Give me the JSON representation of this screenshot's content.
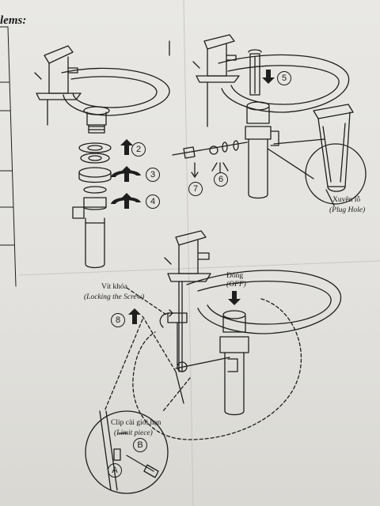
{
  "header": {
    "title": "lems:"
  },
  "steps": {
    "s2": "2",
    "s3": "3",
    "s4": "4",
    "s5": "5",
    "s6": "6",
    "s7": "7",
    "s8": "8",
    "sA": "A",
    "sB": "B"
  },
  "labels": {
    "plug_hole_vi": "Xuyên lỗ",
    "plug_hole_en": "(Plug Hole)",
    "lock_screw_vi": "Vít khóa",
    "lock_screw_en": "(Locking the Screw)",
    "off_vi": "Đóng",
    "off_en": "(OFF)",
    "limit_vi": "Clip cài giới hạn",
    "limit_en": "(Limit piece)"
  }
}
